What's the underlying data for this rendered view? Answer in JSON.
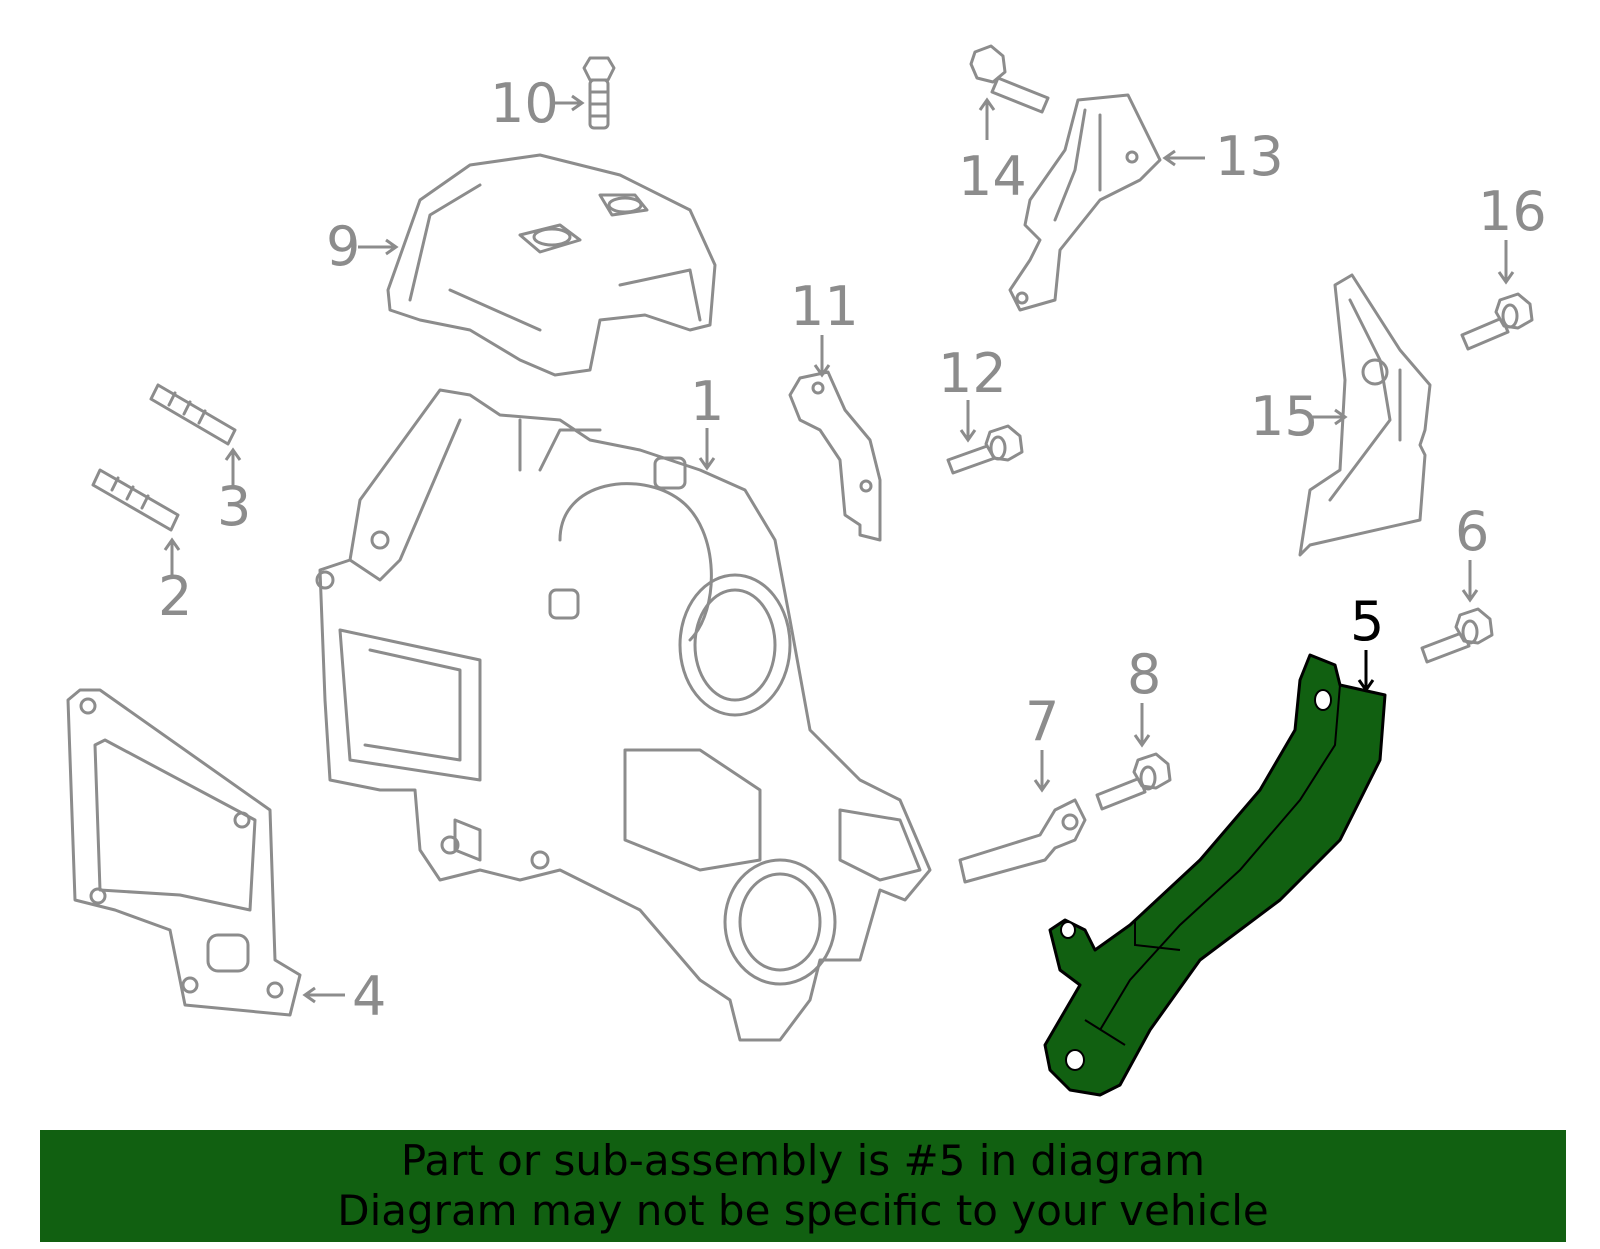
{
  "callouts": {
    "c1": "1",
    "c2": "2",
    "c3": "3",
    "c4": "4",
    "c5": "5",
    "c6": "6",
    "c7": "7",
    "c8": "8",
    "c9": "9",
    "c10": "10",
    "c11": "11",
    "c12": "12",
    "c13": "13",
    "c14": "14",
    "c15": "15",
    "c16": "16"
  },
  "highlight": {
    "part": "5",
    "color": "#116011"
  },
  "banner": {
    "line1": "Part or sub-assembly is #5 in diagram",
    "line2": "Diagram may not be specific to your vehicle"
  }
}
